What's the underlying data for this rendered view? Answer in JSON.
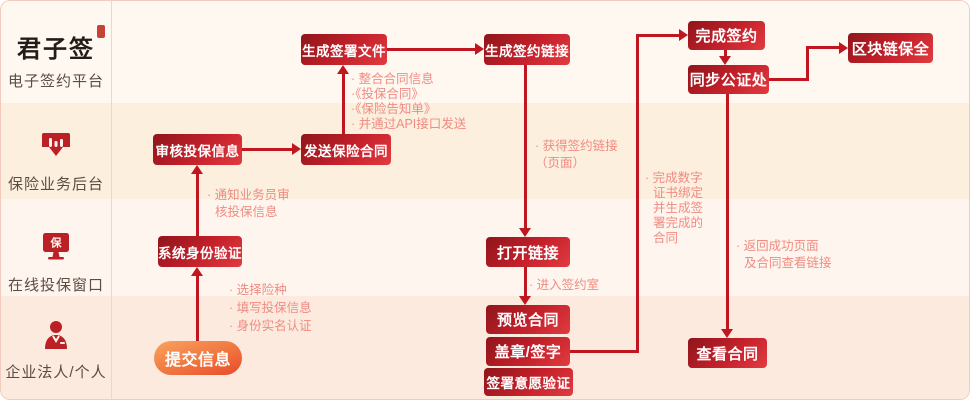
{
  "sidebar": {
    "logo": "君子签",
    "lane1_label": "电子签约平台",
    "lane2_label": "保险业务后台",
    "lane3_label": "在线投保窗口",
    "lane4_label": "企业法人/个人"
  },
  "nodes": {
    "submit": "提交信息",
    "sys_auth": "系统身份验证",
    "review": "审核投保信息",
    "send_contract": "发送保险合同",
    "gen_doc": "生成签署文件",
    "gen_link": "生成签约链接",
    "open_link": "打开链接",
    "preview": "预览合同",
    "sign": "盖章/签字",
    "will_verify": "签署意愿验证",
    "complete": "完成签约",
    "notary": "同步公证处",
    "blockchain": "区块链保全",
    "view_contract": "查看合同"
  },
  "annotations": {
    "submit_to_auth": [
      "· 选择险种",
      "· 填写投保信息",
      "· 身份实名认证"
    ],
    "auth_to_review": [
      "· 通知业务员审",
      "核投保信息"
    ],
    "send_to_gendoc": [
      "· 整合合同信息",
      "·《投保合同》",
      "·《保险告知单》",
      "· 并通过API接口发送"
    ],
    "genlink_to_open": [
      "· 获得签约链接",
      "（页面）"
    ],
    "open_to_preview": [
      "· 进入签约室"
    ],
    "sign_to_complete": [
      "· 完成数字",
      "证书绑定",
      "并生成签",
      "署完成的",
      "合同"
    ],
    "notary_to_view": [
      "· 返回成功页面",
      "及合同查看链接"
    ]
  },
  "colors": {
    "node_dark": "#8f151b",
    "node_bright": "#e23a40",
    "arrow": "#c0161f",
    "annotation": "#ef8b82",
    "pill_orange": "#f9a35f",
    "lane_light": "#fef8f1",
    "lane_peach": "#fcefde"
  }
}
